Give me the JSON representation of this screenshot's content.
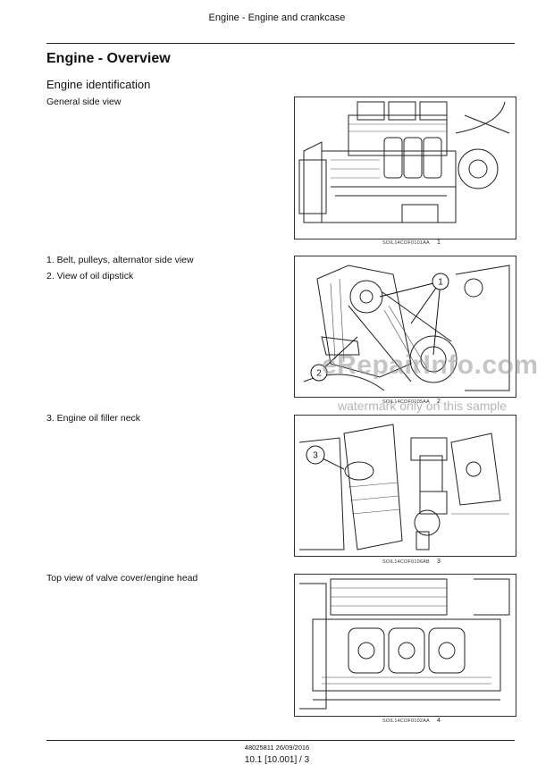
{
  "header": {
    "running_title": "Engine - Engine and crankcase"
  },
  "section": {
    "title": "Engine - Overview",
    "subtitle": "Engine identification"
  },
  "figures": [
    {
      "caption": "General side view",
      "image_id": "SOIL14COF0101AA",
      "number": "1"
    },
    {
      "captions": [
        "1.  Belt, pulleys, alternator side view",
        "2.  View of oil dipstick"
      ],
      "image_id": "SOIL14COF0105AA",
      "number": "2",
      "callouts": [
        "1",
        "2"
      ]
    },
    {
      "caption": "3.  Engine oil filler neck",
      "image_id": "SOIL14COF0106AB",
      "number": "3",
      "callouts": [
        "3"
      ]
    },
    {
      "caption": "Top view of valve cover/engine head",
      "image_id": "SOIL14COF0102AA",
      "number": "4"
    }
  ],
  "watermark": {
    "line1": "eRepairInfo.com",
    "line2": "watermark only on this sample"
  },
  "footer": {
    "doc_code": "48025811 26/09/2016",
    "page": "10.1 [10.001] / 3"
  }
}
